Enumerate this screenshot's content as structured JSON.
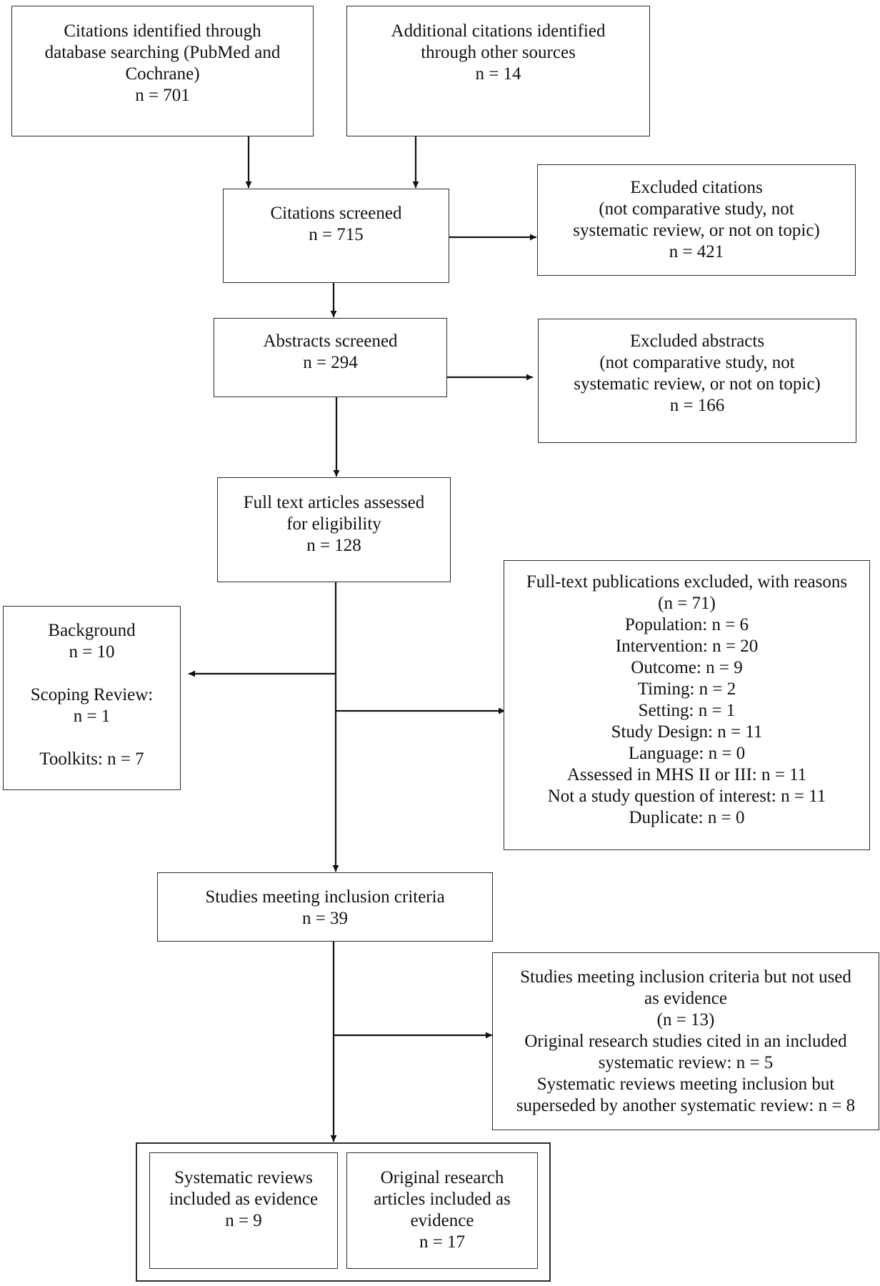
{
  "boxes": {
    "db_search": {
      "lines": [
        "Citations identified through",
        "database searching (PubMed and",
        "Cochrane)",
        "n = 701"
      ]
    },
    "other_sources": {
      "lines": [
        "Additional citations identified",
        "through other sources",
        "n = 14"
      ]
    },
    "screened": {
      "lines": [
        "Citations screened",
        "n = 715"
      ]
    },
    "excluded_citations": {
      "lines": [
        "Excluded citations",
        "(not comparative study, not",
        "systematic review, or not on topic)",
        "n = 421"
      ]
    },
    "abstracts": {
      "lines": [
        "Abstracts screened",
        "n = 294"
      ]
    },
    "excluded_abstracts": {
      "lines": [
        "Excluded abstracts",
        "(not comparative study, not",
        "systematic review, or not on topic)",
        "n = 166"
      ]
    },
    "fulltext": {
      "lines": [
        "Full text articles assessed",
        "for eligibility",
        "n = 128"
      ]
    },
    "background": {
      "line1": "Background",
      "line2": "n = 10",
      "line3": "Scoping Review:",
      "line4": "n = 1",
      "line5": "Toolkits: n = 7"
    },
    "fulltext_excluded": {
      "lines": [
        "Full-text publications excluded, with reasons",
        "(n = 71)",
        "Population: n = 6",
        "Intervention: n = 20",
        "Outcome: n = 9",
        "Timing: n = 2",
        "Setting: n = 1",
        "Study Design: n = 11",
        "Language: n = 0",
        "Assessed in MHS II or III: n = 11",
        "Not a study question of interest: n = 11",
        "Duplicate: n = 0"
      ]
    },
    "inclusion": {
      "lines": [
        "Studies meeting inclusion criteria",
        "n = 39"
      ]
    },
    "not_used": {
      "lines": [
        "Studies meeting inclusion criteria but not used",
        "as evidence",
        "(n = 13)",
        "Original research studies cited in an included",
        "systematic review: n = 5",
        "Systematic reviews meeting inclusion but",
        "superseded by another systematic review: n = 8"
      ]
    },
    "systematic_reviews": {
      "lines": [
        "Systematic reviews",
        "included as evidence",
        "n = 9"
      ]
    },
    "original_research": {
      "lines": [
        "Original research",
        "articles included as",
        "evidence",
        "n = 17"
      ]
    }
  }
}
